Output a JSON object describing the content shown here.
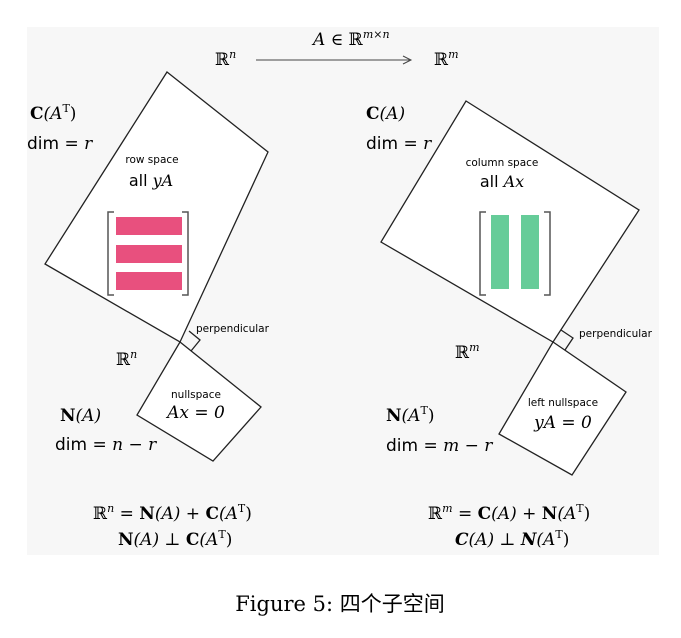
{
  "mapping": {
    "domain": "ℝ",
    "domain_exp": "n",
    "codomain": "ℝ",
    "codomain_exp": "m",
    "matrix": "A",
    "in": " ∈ ℝ",
    "matrix_exp": "m×n"
  },
  "left": {
    "row_space": {
      "name_bold": "C",
      "name_arg": "(A",
      "name_sup": "T",
      "name_close": ")",
      "dim_word": "dim",
      "dim_value": " = r",
      "label": "row space",
      "formula_word": "all ",
      "formula_expr": "yA"
    },
    "space_label": "ℝ",
    "space_exp": "n",
    "perpendicular": "perpendicular",
    "nullspace": {
      "label": "nullspace",
      "formula": "Ax = 0",
      "name_bold": "N",
      "name_arg": "(A)",
      "dim_word": "dim",
      "dim_value": " = n − r"
    },
    "eq1": {
      "space": "ℝ",
      "exp": "n",
      "eq": " = ",
      "n_bold": "N",
      "n_arg": "(A) + ",
      "c_bold": "C",
      "c_arg": "(A",
      "c_sup": "T",
      "c_close": ")"
    },
    "eq2": {
      "n_bold": "N",
      "n_arg": "(A) ⊥ ",
      "c_bold": "C",
      "c_arg": "(A",
      "c_sup": "T",
      "c_close": ")"
    }
  },
  "right": {
    "column_space": {
      "name_bold": "C",
      "name_arg": "(A)",
      "dim_word": "dim",
      "dim_value": " = r",
      "label": "column space",
      "formula_word": "all ",
      "formula_expr": "Ax"
    },
    "space_label": "ℝ",
    "space_exp": "m",
    "perpendicular": "perpendicular",
    "left_nullspace": {
      "label": "left nullspace",
      "formula": "yA = 0",
      "name_bold": "N",
      "name_arg": "(A",
      "name_sup": "T",
      "name_close": ")",
      "dim_word": "dim",
      "dim_value": " = m − r"
    },
    "eq1": {
      "space": "ℝ",
      "exp": "m",
      "eq": " = ",
      "c_bold": "C",
      "c_arg": "(A) + ",
      "n_bold": "N",
      "n_arg": "(A",
      "n_sup": "T",
      "n_close": ")"
    },
    "eq2": {
      "c_bold": "C",
      "c_arg": "(A) ⊥ ",
      "n_bold": "N",
      "n_arg": "(A",
      "n_sup": "T",
      "n_close": ")"
    }
  },
  "caption": {
    "prefix": "Figure 5:",
    "text": "四个子空间"
  },
  "colors": {
    "row_bars": "#e8507e",
    "column_bars": "#66cc99",
    "panel_bg": "#f7f7f7"
  }
}
